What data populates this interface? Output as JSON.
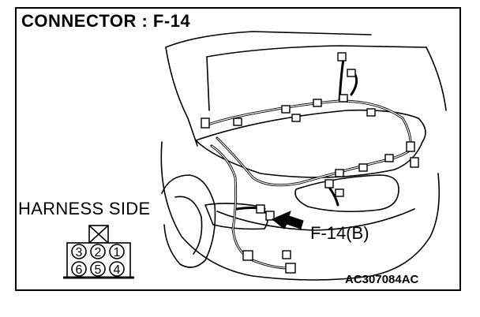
{
  "title": "CONNECTOR : F-14",
  "harness_side_label": "HARNESS SIDE",
  "callout_label": "F-14(B)",
  "diagram_code": "AC307084AC",
  "connector_pins": {
    "top_row": [
      "3",
      "2",
      "1"
    ],
    "bottom_row": [
      "6",
      "5",
      "4"
    ]
  }
}
